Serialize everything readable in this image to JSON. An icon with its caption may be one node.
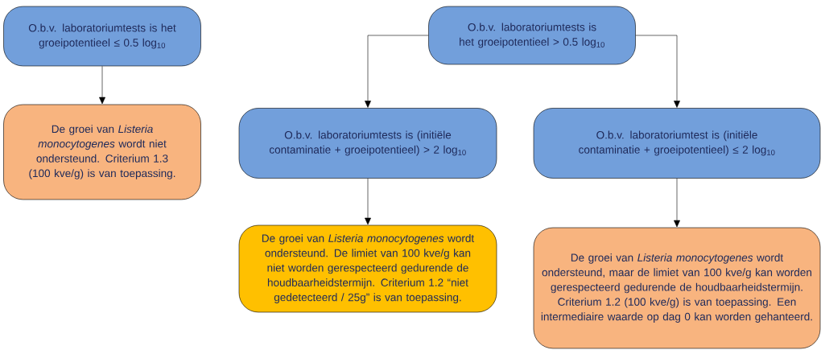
{
  "diagram": {
    "nodes": [
      {
        "text": [
          "O.b.v. laboratoriumtests is het groeipotentieel ≤ 0.5 log$_{10}$"
        ]
      },
      {
        "text": [
          "De groei van *Listeria monocytogenes* wordt niet ondersteund. Criterium 1.3 (100 kve/g) is van toepassing."
        ]
      },
      {
        "text": [
          "O.b.v. laboratoriumtests is het groeipotentieel > 0.5 log$_{10}$"
        ]
      },
      {
        "text": [
          "O.b.v. laboratoriumtests is (initiële contaminatie + groeipotentieel) > 2 log$_{10}$"
        ]
      },
      {
        "text": [
          "O.b.v. laboratoriumtest is (initiële contaminatie + groeipotentieel) ≤ 2 log$_{10}$"
        ]
      },
      {
        "text": [
          "De groei van *Listeria monocytogenes* wordt ondersteund. De limiet van 100 kve/g kan niet worden gerespecteerd gedurende de houdbaarheidstermijn. Criterium 1.2 “niet gedetecteerd / 25g” is van toepassing."
        ]
      },
      {
        "text": [
          "De groei van *Listeria monocytogenes* wordt ondersteund, maar de limiet van 100 kve/g kan worden gerespecteerd gedurende de houdbaarheidstermijn. Criterium 1.2 (100 kve/g) is van toepassing. Een intermediaire waarde op dag 0 kan worden gehanteerd."
        ]
      }
    ],
    "edges": [
      {
        "from": 0,
        "to": 1,
        "arrow": "to"
      },
      {
        "from": 2,
        "to": 3,
        "arrow": "to"
      },
      {
        "from": 2,
        "to": 4,
        "arrow": "to"
      },
      {
        "from": 3,
        "to": 5,
        "arrow": "to"
      },
      {
        "from": 4,
        "to": 6,
        "arrow": "to"
      }
    ]
  }
}
